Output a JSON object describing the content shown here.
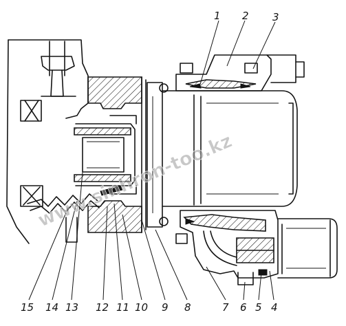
{
  "drawing": {
    "callouts": [
      {
        "number": "1"
      },
      {
        "number": "2"
      },
      {
        "number": "3"
      },
      {
        "number": "4"
      },
      {
        "number": "5"
      },
      {
        "number": "6"
      },
      {
        "number": "7"
      },
      {
        "number": "8"
      },
      {
        "number": "9"
      },
      {
        "number": "10"
      },
      {
        "number": "11"
      },
      {
        "number": "12"
      },
      {
        "number": "13"
      },
      {
        "number": "14"
      },
      {
        "number": "15"
      }
    ],
    "watermark": "www.sinhron-too.kz"
  }
}
